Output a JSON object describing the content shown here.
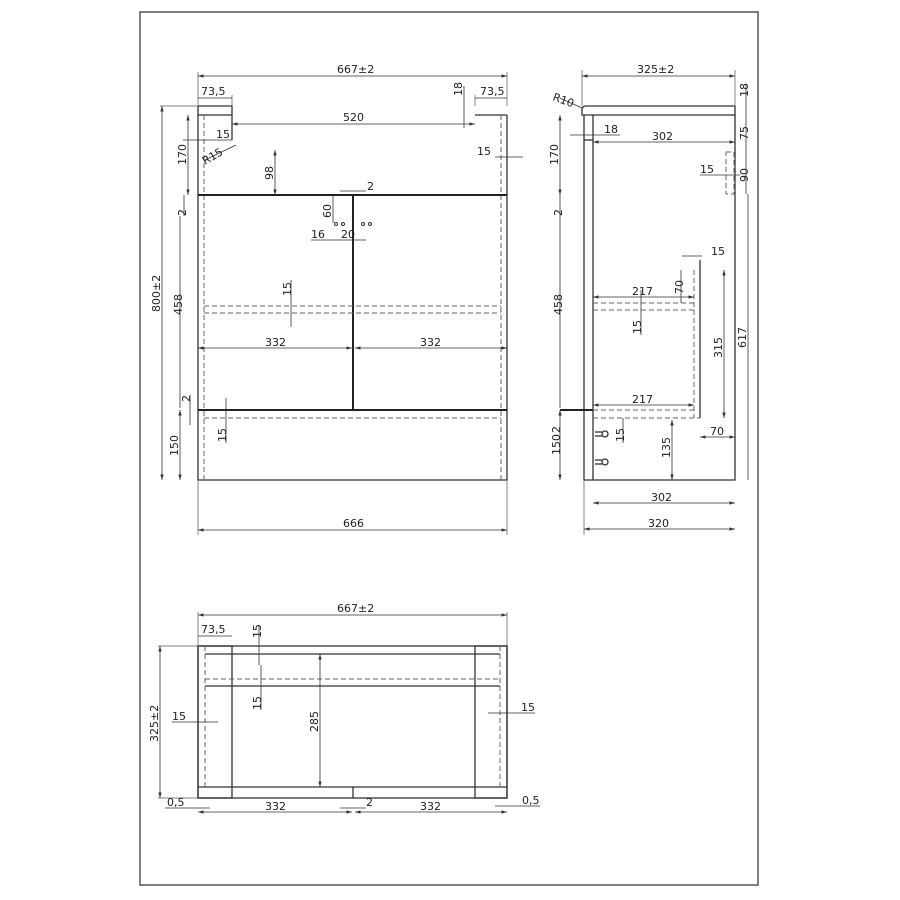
{
  "views": {
    "front": {
      "overall_width": "667±2",
      "left_offset": "73,5",
      "right_offset": "73,5",
      "top_thickness": "18",
      "basin_width": "520",
      "basin_side": "15",
      "basin_radius": "R15",
      "right_side": "15",
      "basin_depth": "98",
      "top_section_height": "170",
      "gap_top": "2",
      "door_gap": "2",
      "handle_offset_v": "60",
      "handle_offset_h": "16",
      "handle_spacing": "20",
      "total_height": "800±2",
      "door_height": "458",
      "shelf_thickness": "15",
      "left_door_width": "332",
      "right_door_width": "332",
      "gap_bottom": "2",
      "plinth_thickness": "15",
      "plinth_height": "150",
      "base_width": "666"
    },
    "side": {
      "overall_depth": "325±2",
      "corner_radius": "R10",
      "top_thickness": "18",
      "panel_thickness": "18",
      "inner_depth": "302",
      "rail_offset": "75",
      "rail_side": "15",
      "rail_height": "90",
      "top_section_height": "170",
      "gap_top": "2",
      "back_panel_thickness": "15",
      "upper_shelf_depth": "217",
      "upper_offset": "70",
      "shelf_thickness": "15",
      "door_height": "458",
      "back_height": "315",
      "total_height": "617",
      "lower_shelf_depth": "217",
      "plinth_height": "150",
      "gap_bottom": "2",
      "plinth_thickness": "15",
      "leg_height": "135",
      "back_offset": "70",
      "bottom_inner_depth": "302",
      "bottom_depth": "320"
    },
    "top": {
      "overall_width": "667±2",
      "left_offset": "73,5",
      "rail_thickness_1": "15",
      "rail_thickness_2": "15",
      "depth": "325±2",
      "left_side": "15",
      "inner_depth": "285",
      "right_side": "15",
      "left_edge": "0,5",
      "left_width": "332",
      "center_gap": "2",
      "right_width": "332",
      "right_edge": "0,5"
    }
  }
}
